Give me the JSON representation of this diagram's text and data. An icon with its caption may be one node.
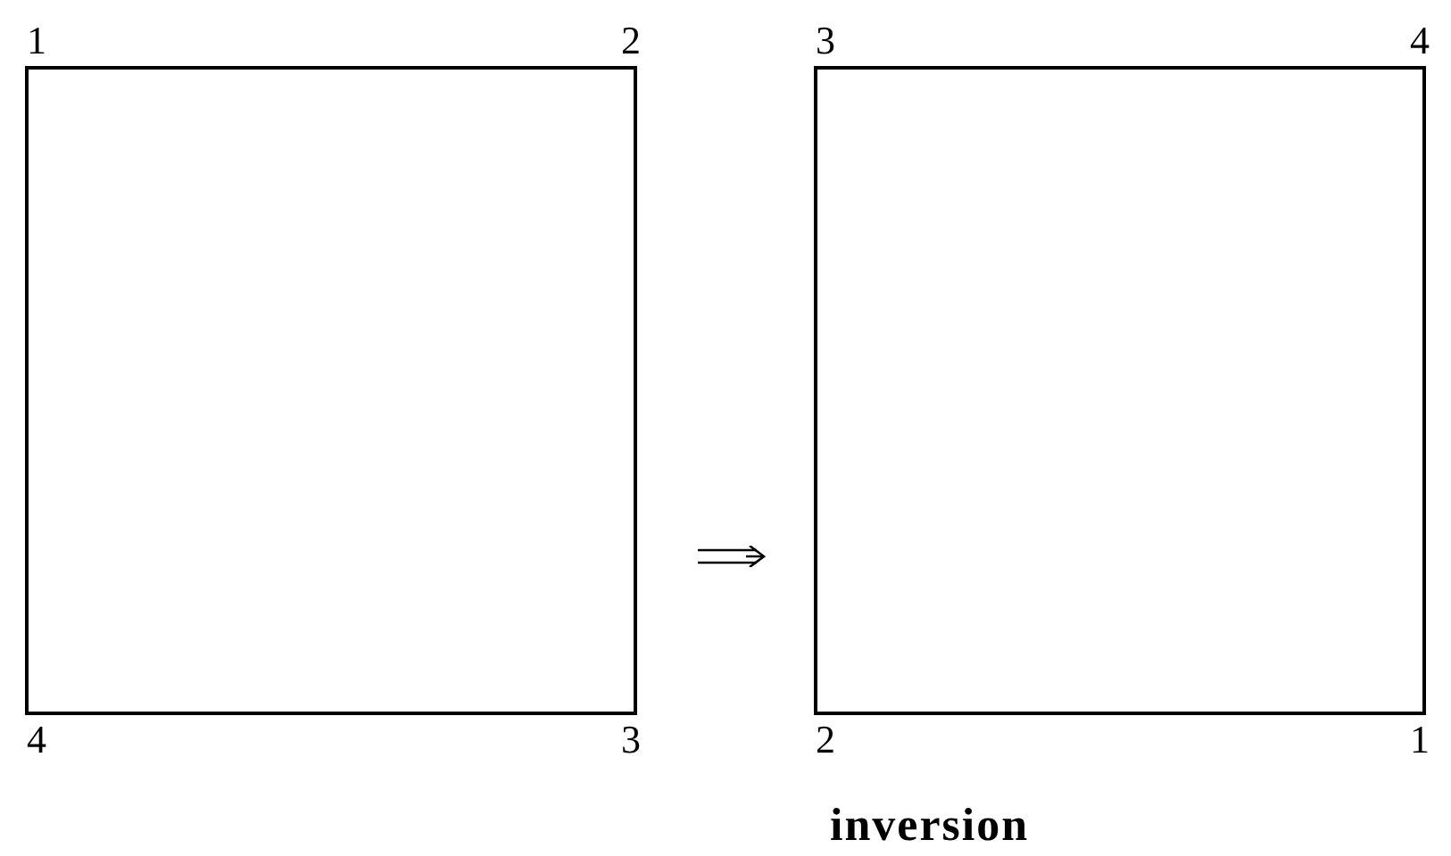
{
  "diagram": {
    "caption": "inversion",
    "nodes": [
      {
        "text": [],
        "shape": "box",
        "beside": [
          "1",
          "2",
          "4",
          "3"
        ]
      },
      {
        "text": [],
        "shape": "box",
        "beside": [
          "3",
          "4",
          "2",
          "1"
        ]
      }
    ],
    "edges": [
      {
        "from": 0,
        "to": 1,
        "arrow": "to"
      }
    ]
  }
}
